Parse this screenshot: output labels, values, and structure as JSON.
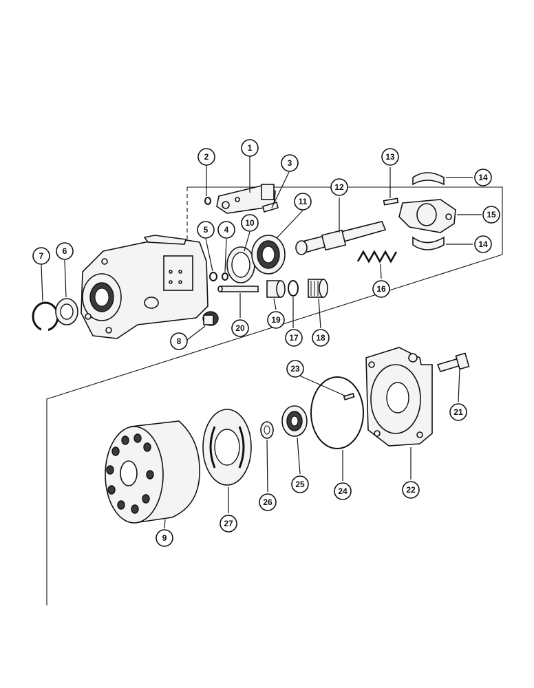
{
  "callouts": [
    {
      "id": "callout-1",
      "label": "1"
    },
    {
      "id": "callout-2",
      "label": "2"
    },
    {
      "id": "callout-3",
      "label": "3"
    },
    {
      "id": "callout-4",
      "label": "4"
    },
    {
      "id": "callout-5",
      "label": "5"
    },
    {
      "id": "callout-6",
      "label": "6"
    },
    {
      "id": "callout-7",
      "label": "7"
    },
    {
      "id": "callout-8",
      "label": "8"
    },
    {
      "id": "callout-9",
      "label": "9"
    },
    {
      "id": "callout-10",
      "label": "10"
    },
    {
      "id": "callout-11",
      "label": "11"
    },
    {
      "id": "callout-12",
      "label": "12"
    },
    {
      "id": "callout-13",
      "label": "13"
    },
    {
      "id": "callout-14a",
      "label": "14"
    },
    {
      "id": "callout-14b",
      "label": "14"
    },
    {
      "id": "callout-15",
      "label": "15"
    },
    {
      "id": "callout-16",
      "label": "16"
    },
    {
      "id": "callout-17",
      "label": "17"
    },
    {
      "id": "callout-18",
      "label": "18"
    },
    {
      "id": "callout-19",
      "label": "19"
    },
    {
      "id": "callout-20",
      "label": "20"
    },
    {
      "id": "callout-21",
      "label": "21"
    },
    {
      "id": "callout-22",
      "label": "22"
    },
    {
      "id": "callout-23",
      "label": "23"
    },
    {
      "id": "callout-24",
      "label": "24"
    },
    {
      "id": "callout-25",
      "label": "25"
    },
    {
      "id": "callout-26",
      "label": "26"
    },
    {
      "id": "callout-27",
      "label": "27"
    }
  ]
}
